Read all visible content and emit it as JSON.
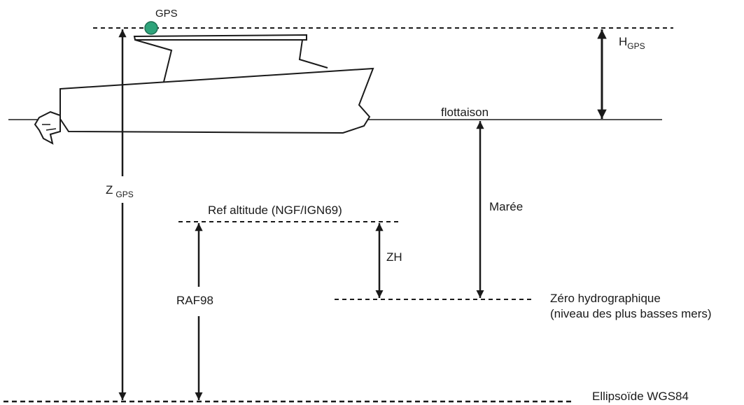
{
  "labels": {
    "gps": "GPS",
    "h_main": "H",
    "h_sub": "GPS",
    "flottaison": "flottaison",
    "z_main": "Z",
    "z_sub": "GPS",
    "ref_altitude": "Ref altitude (NGF/IGN69)",
    "maree": "Marée",
    "zh": "ZH",
    "raf98": "RAF98",
    "zero_line1": "Zéro hydrographique",
    "zero_line2": "(niveau des plus basses mers)",
    "ellipsoide": "Ellipsoïde WGS84"
  },
  "colors": {
    "ink": "#1a1a1a",
    "gps_fill": "#2ea37a",
    "gps_stroke": "#1f6e52"
  }
}
